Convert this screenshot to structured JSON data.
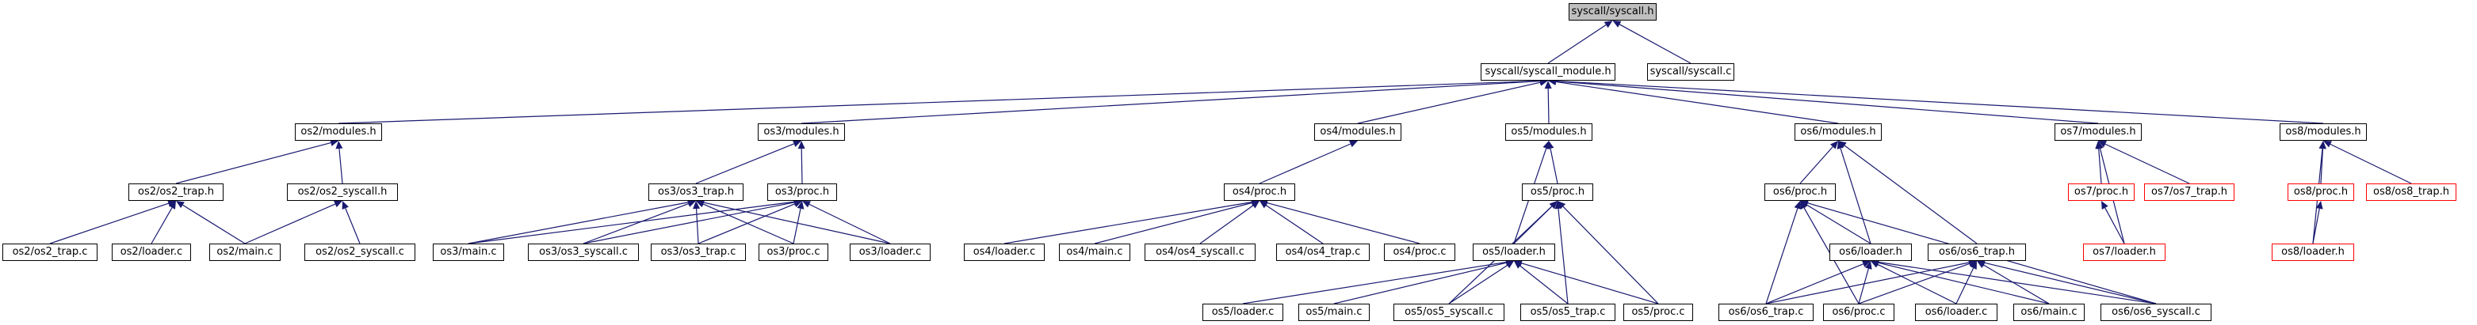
{
  "colors": {
    "edge": "#191970",
    "root_fill": "#bfbfbf",
    "node_border": "#000000",
    "truncated_border": "#ff0000",
    "background": "#ffffff"
  },
  "nodes": {
    "root": {
      "label": "syscall/syscall.h",
      "kind": "root"
    },
    "mod": {
      "label": "syscall/syscall_module.h"
    },
    "sysc": {
      "label": "syscall/syscall.c"
    },
    "os2mod": {
      "label": "os2/modules.h"
    },
    "os3mod": {
      "label": "os3/modules.h"
    },
    "os4mod": {
      "label": "os4/modules.h"
    },
    "os5mod": {
      "label": "os5/modules.h"
    },
    "os6mod": {
      "label": "os6/modules.h"
    },
    "os7mod": {
      "label": "os7/modules.h"
    },
    "os8mod": {
      "label": "os8/modules.h"
    },
    "os2trap": {
      "label": "os2/os2_trap.h"
    },
    "os2sys": {
      "label": "os2/os2_syscall.h"
    },
    "os3trap": {
      "label": "os3/os3_trap.h"
    },
    "os3proc": {
      "label": "os3/proc.h"
    },
    "os4proc": {
      "label": "os4/proc.h"
    },
    "os5proc": {
      "label": "os5/proc.h"
    },
    "os6proc": {
      "label": "os6/proc.h"
    },
    "os7proc": {
      "label": "os7/proc.h",
      "kind": "truncated"
    },
    "os7traph": {
      "label": "os7/os7_trap.h",
      "kind": "truncated"
    },
    "os8proc": {
      "label": "os8/proc.h",
      "kind": "truncated"
    },
    "os8traph": {
      "label": "os8/os8_trap.h",
      "kind": "truncated"
    },
    "os2trapc": {
      "label": "os2/os2_trap.c"
    },
    "os2loader": {
      "label": "os2/loader.c"
    },
    "os2main": {
      "label": "os2/main.c"
    },
    "os2sysc": {
      "label": "os2/os2_syscall.c"
    },
    "os3main": {
      "label": "os3/main.c"
    },
    "os3sysc": {
      "label": "os3/os3_syscall.c"
    },
    "os3trapc": {
      "label": "os3/os3_trap.c"
    },
    "os3procc": {
      "label": "os3/proc.c"
    },
    "os3loader": {
      "label": "os3/loader.c"
    },
    "os4loader": {
      "label": "os4/loader.c"
    },
    "os4main": {
      "label": "os4/main.c"
    },
    "os4sysc": {
      "label": "os4/os4_syscall.c"
    },
    "os4trapc": {
      "label": "os4/os4_trap.c"
    },
    "os4procc": {
      "label": "os4/proc.c"
    },
    "os5loaderh": {
      "label": "os5/loader.h"
    },
    "os6loaderh": {
      "label": "os6/loader.h"
    },
    "os6traph": {
      "label": "os6/os6_trap.h"
    },
    "os7loaderh": {
      "label": "os7/loader.h",
      "kind": "truncated"
    },
    "os8loaderh": {
      "label": "os8/loader.h",
      "kind": "truncated"
    },
    "os5loaderc": {
      "label": "os5/loader.c"
    },
    "os5main": {
      "label": "os5/main.c"
    },
    "os5sysc": {
      "label": "os5/os5_syscall.c"
    },
    "os5trapc": {
      "label": "os5/os5_trap.c"
    },
    "os5procc": {
      "label": "os5/proc.c"
    },
    "os6trapc": {
      "label": "os6/os6_trap.c"
    },
    "os6procc": {
      "label": "os6/proc.c"
    },
    "os6loaderc": {
      "label": "os6/loader.c"
    },
    "os6main": {
      "label": "os6/main.c"
    },
    "os6sysc": {
      "label": "os6/os6_syscall.c"
    }
  },
  "edges": [
    [
      "mod",
      "root"
    ],
    [
      "sysc",
      "root"
    ],
    [
      "os2mod",
      "mod"
    ],
    [
      "os3mod",
      "mod"
    ],
    [
      "os4mod",
      "mod"
    ],
    [
      "os5mod",
      "mod"
    ],
    [
      "os6mod",
      "mod"
    ],
    [
      "os7mod",
      "mod"
    ],
    [
      "os8mod",
      "mod"
    ],
    [
      "os2trap",
      "os2mod"
    ],
    [
      "os2sys",
      "os2mod"
    ],
    [
      "os2trapc",
      "os2trap"
    ],
    [
      "os2loader",
      "os2trap"
    ],
    [
      "os2main",
      "os2trap"
    ],
    [
      "os2main",
      "os2sys"
    ],
    [
      "os2sysc",
      "os2sys"
    ],
    [
      "os3trap",
      "os3mod"
    ],
    [
      "os3proc",
      "os3mod"
    ],
    [
      "os3main",
      "os3trap"
    ],
    [
      "os3sysc",
      "os3trap"
    ],
    [
      "os3trapc",
      "os3trap"
    ],
    [
      "os3procc",
      "os3trap"
    ],
    [
      "os3loader",
      "os3trap"
    ],
    [
      "os3main",
      "os3proc"
    ],
    [
      "os3sysc",
      "os3proc"
    ],
    [
      "os3trapc",
      "os3proc"
    ],
    [
      "os3procc",
      "os3proc"
    ],
    [
      "os3loader",
      "os3proc"
    ],
    [
      "os4proc",
      "os4mod"
    ],
    [
      "os4loader",
      "os4proc"
    ],
    [
      "os4main",
      "os4proc"
    ],
    [
      "os4sysc",
      "os4proc"
    ],
    [
      "os4trapc",
      "os4proc"
    ],
    [
      "os4procc",
      "os4proc"
    ],
    [
      "os5proc",
      "os5mod"
    ],
    [
      "os5loaderh",
      "os5mod"
    ],
    [
      "os5loaderh",
      "os5proc"
    ],
    [
      "os5sysc",
      "os5proc"
    ],
    [
      "os5trapc",
      "os5proc"
    ],
    [
      "os5procc",
      "os5proc"
    ],
    [
      "os5loaderc",
      "os5loaderh"
    ],
    [
      "os5main",
      "os5loaderh"
    ],
    [
      "os5sysc",
      "os5loaderh"
    ],
    [
      "os5trapc",
      "os5loaderh"
    ],
    [
      "os5procc",
      "os5loaderh"
    ],
    [
      "os6proc",
      "os6mod"
    ],
    [
      "os6loaderh",
      "os6mod"
    ],
    [
      "os6traph",
      "os6mod"
    ],
    [
      "os6loaderh",
      "os6proc"
    ],
    [
      "os6trapc",
      "os6proc"
    ],
    [
      "os6procc",
      "os6proc"
    ],
    [
      "os6sysc",
      "os6proc"
    ],
    [
      "os6trapc",
      "os6loaderh"
    ],
    [
      "os6procc",
      "os6loaderh"
    ],
    [
      "os6loaderc",
      "os6loaderh"
    ],
    [
      "os6main",
      "os6loaderh"
    ],
    [
      "os6sysc",
      "os6loaderh"
    ],
    [
      "os6trapc",
      "os6traph"
    ],
    [
      "os6procc",
      "os6traph"
    ],
    [
      "os6loaderc",
      "os6traph"
    ],
    [
      "os6main",
      "os6traph"
    ],
    [
      "os6sysc",
      "os6traph"
    ],
    [
      "os7proc",
      "os7mod"
    ],
    [
      "os7traph",
      "os7mod"
    ],
    [
      "os7loaderh",
      "os7mod"
    ],
    [
      "os7loaderh",
      "os7proc"
    ],
    [
      "os8proc",
      "os8mod"
    ],
    [
      "os8traph",
      "os8mod"
    ],
    [
      "os8loaderh",
      "os8mod"
    ],
    [
      "os8loaderh",
      "os8proc"
    ]
  ]
}
